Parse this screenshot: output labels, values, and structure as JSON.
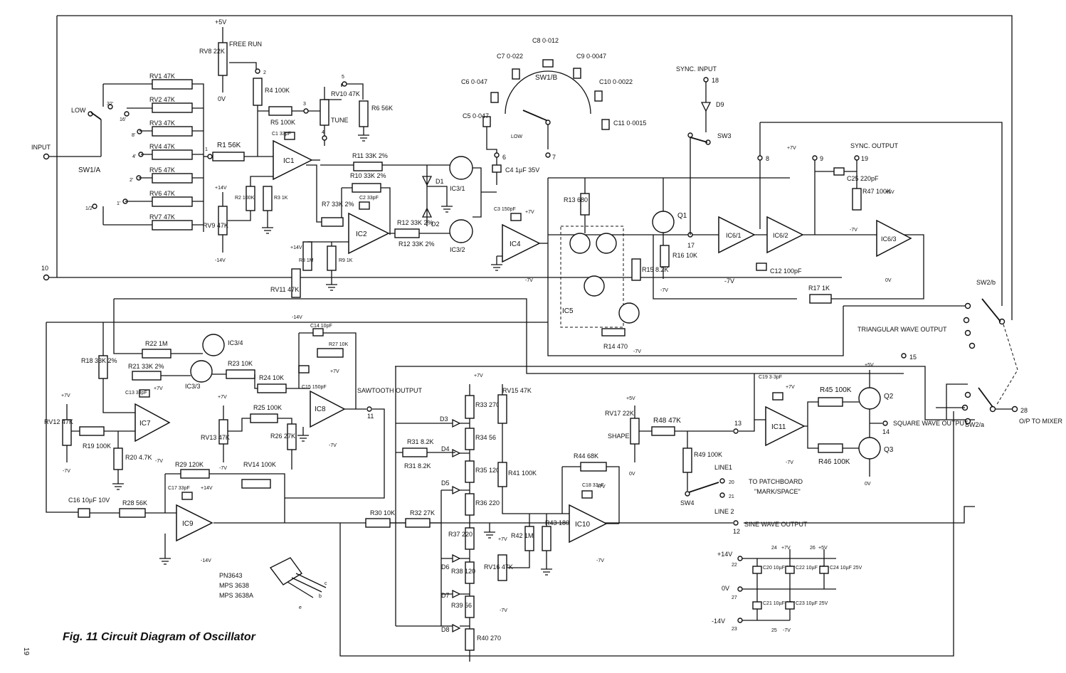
{
  "caption": "Fig. 11  Circuit Diagram of Oscillator",
  "page_number": "19",
  "sections": {
    "free_run": "FREE RUN",
    "input": "INPUT",
    "sync_input": "SYNC. INPUT",
    "sync_output": "SYNC. OUTPUT",
    "sawtooth_output": "SAWTOOTH OUTPUT",
    "triangular_output": "TRIANGULAR WAVE OUTPUT",
    "square_output": "SQUARE WAVE OUTPUT",
    "sine_output": "SINE WAVE OUTPUT",
    "to_mixer": "O/P TO MIXER",
    "to_patchboard": "TO PATCHBOARD",
    "mark_space": "\"MARK/SPACE\"",
    "tune": "TUNE",
    "shape": "SHAPE"
  },
  "rails": {
    "p5": "+5V",
    "p7": "+7V",
    "p14": "+14V",
    "m7": "-7V",
    "m14": "-14V",
    "zero": "0V"
  },
  "switches": {
    "sw1a": "SW1/A",
    "sw1b": "SW1/B",
    "sw2a": "SW2/a",
    "sw2b": "SW2/b",
    "sw3": "SW3",
    "sw4": "SW4",
    "low": "LOW",
    "line1": "LINE1",
    "line2": "LINE 2",
    "range_labels": [
      "32'",
      "16'",
      "8'",
      "4'",
      "2'",
      "1'",
      "1/2'"
    ]
  },
  "terminals": [
    "1",
    "2",
    "3",
    "4",
    "5",
    "6",
    "7",
    "8",
    "9",
    "10",
    "11",
    "12",
    "13",
    "14",
    "15",
    "17",
    "18",
    "19",
    "20",
    "21",
    "22",
    "23",
    "24",
    "25",
    "26",
    "27",
    "28"
  ],
  "ics": {
    "ic1": "IC1",
    "ic2": "IC2",
    "ic3_1": "IC3/1",
    "ic3_2": "IC3/2",
    "ic3_3": "IC3/3",
    "ic3_4": "IC3/4",
    "ic4": "IC4",
    "ic5": "IC5",
    "ic6_1": "IC6/1",
    "ic6_2": "IC6/2",
    "ic6_3": "IC6/3",
    "ic7": "IC7",
    "ic8": "IC8",
    "ic9": "IC9",
    "ic10": "IC10",
    "ic11": "IC11"
  },
  "transistors": {
    "q1": "Q1",
    "q2": "Q2",
    "q3": "Q3"
  },
  "diodes": {
    "d1": "D1",
    "d2": "D2",
    "d3": "D3",
    "d4": "D4",
    "d5": "D5",
    "d6": "D6",
    "d7": "D7",
    "d8": "D8",
    "d9": "D9"
  },
  "resistors": {
    "rv1": "RV1 47K",
    "rv2": "RV2 47K",
    "rv3": "RV3 47K",
    "rv4": "RV4 47K",
    "rv5": "RV5 47K",
    "rv6": "RV6 47K",
    "rv7": "RV7 47K",
    "rv8": "RV8 22K",
    "rv9": "RV9 47K",
    "rv10": "RV10 47K",
    "rv11": "RV11 47K",
    "rv12": "RV12 47K",
    "rv13": "RV13 47K",
    "rv14": "RV14 100K",
    "rv15": "RV15 47K",
    "rv16": "RV16 47K",
    "rv17": "RV17 22K",
    "r1": "R1 56K",
    "r2": "R2 100K",
    "r3": "R3 1K",
    "r4": "R4 100K",
    "r5": "R5 100K",
    "r6": "R6 56K",
    "r7": "R7 33K 2%",
    "r8": "R8 1M",
    "r9": "R9 1K",
    "r10": "R10 33K 2%",
    "r11": "R11 33K 2%",
    "r12": "R12 33K 2%",
    "r13": "R13 680",
    "r14": "R14 470",
    "r15": "R15 8.2K",
    "r16": "R16 10K",
    "r17": "R17 1K",
    "r18": "R18 33K 2%",
    "r19": "R19 100K",
    "r20": "R20 4.7K",
    "r21": "R21 33K 2%",
    "r22": "R22 1M",
    "r23": "R23 10K",
    "r24": "R24 10K",
    "r25": "R25 100K",
    "r26": "R26 27K",
    "r27": "R27 10K",
    "r28": "R28 56K",
    "r29": "R29 120K",
    "r30": "R30 10K",
    "r31": "R31 8.2K",
    "r32": "R32 27K",
    "r33": "R33 270",
    "r34": "R34 56",
    "r35": "R35 120",
    "r36": "R36 220",
    "r37": "R37 220",
    "r38": "R38 120",
    "r39": "R39 56",
    "r40": "R40 270",
    "r41": "R41 100K",
    "r42": "R42 1M",
    "r43": "R43 180K",
    "r44": "R44 68K",
    "r45": "R45 100K",
    "r46": "R46 100K",
    "r47": "R47 100K",
    "r48": "R48 47K",
    "r49": "R49 100K"
  },
  "capacitors": {
    "c1": "C1 33pF",
    "c2": "C2 33pF",
    "c3": "C3 150pF",
    "c4": "C4 1µF 35V",
    "c5": "C5 0·047",
    "c6": "C6 0·047",
    "c7": "C7 0·022",
    "c8": "C8 0·012",
    "c9": "C9 0·0047",
    "c10": "C10 0·0022",
    "c11": "C11 0·0015",
    "c12": "C12 100pF",
    "c13": "C13 33pF",
    "c14": "C14 10pF",
    "c15": "C15 150pF",
    "c16": "C16 10µF 10V",
    "c17": "C17 33pF",
    "c18": "C18 33pF",
    "c19": "C19 3·3pF",
    "c20": "C20 10µF 25V",
    "c21": "C21 10µF 25V",
    "c22": "C22 10µF 25V",
    "c23": "C23 10µF 25V",
    "c24": "C24 10µF 25V",
    "c25": "C25 220pF"
  },
  "transistor_types": [
    "PN3643",
    "MPS 3638",
    "MPS 3638A"
  ],
  "pinout": [
    "e",
    "b",
    "c"
  ]
}
